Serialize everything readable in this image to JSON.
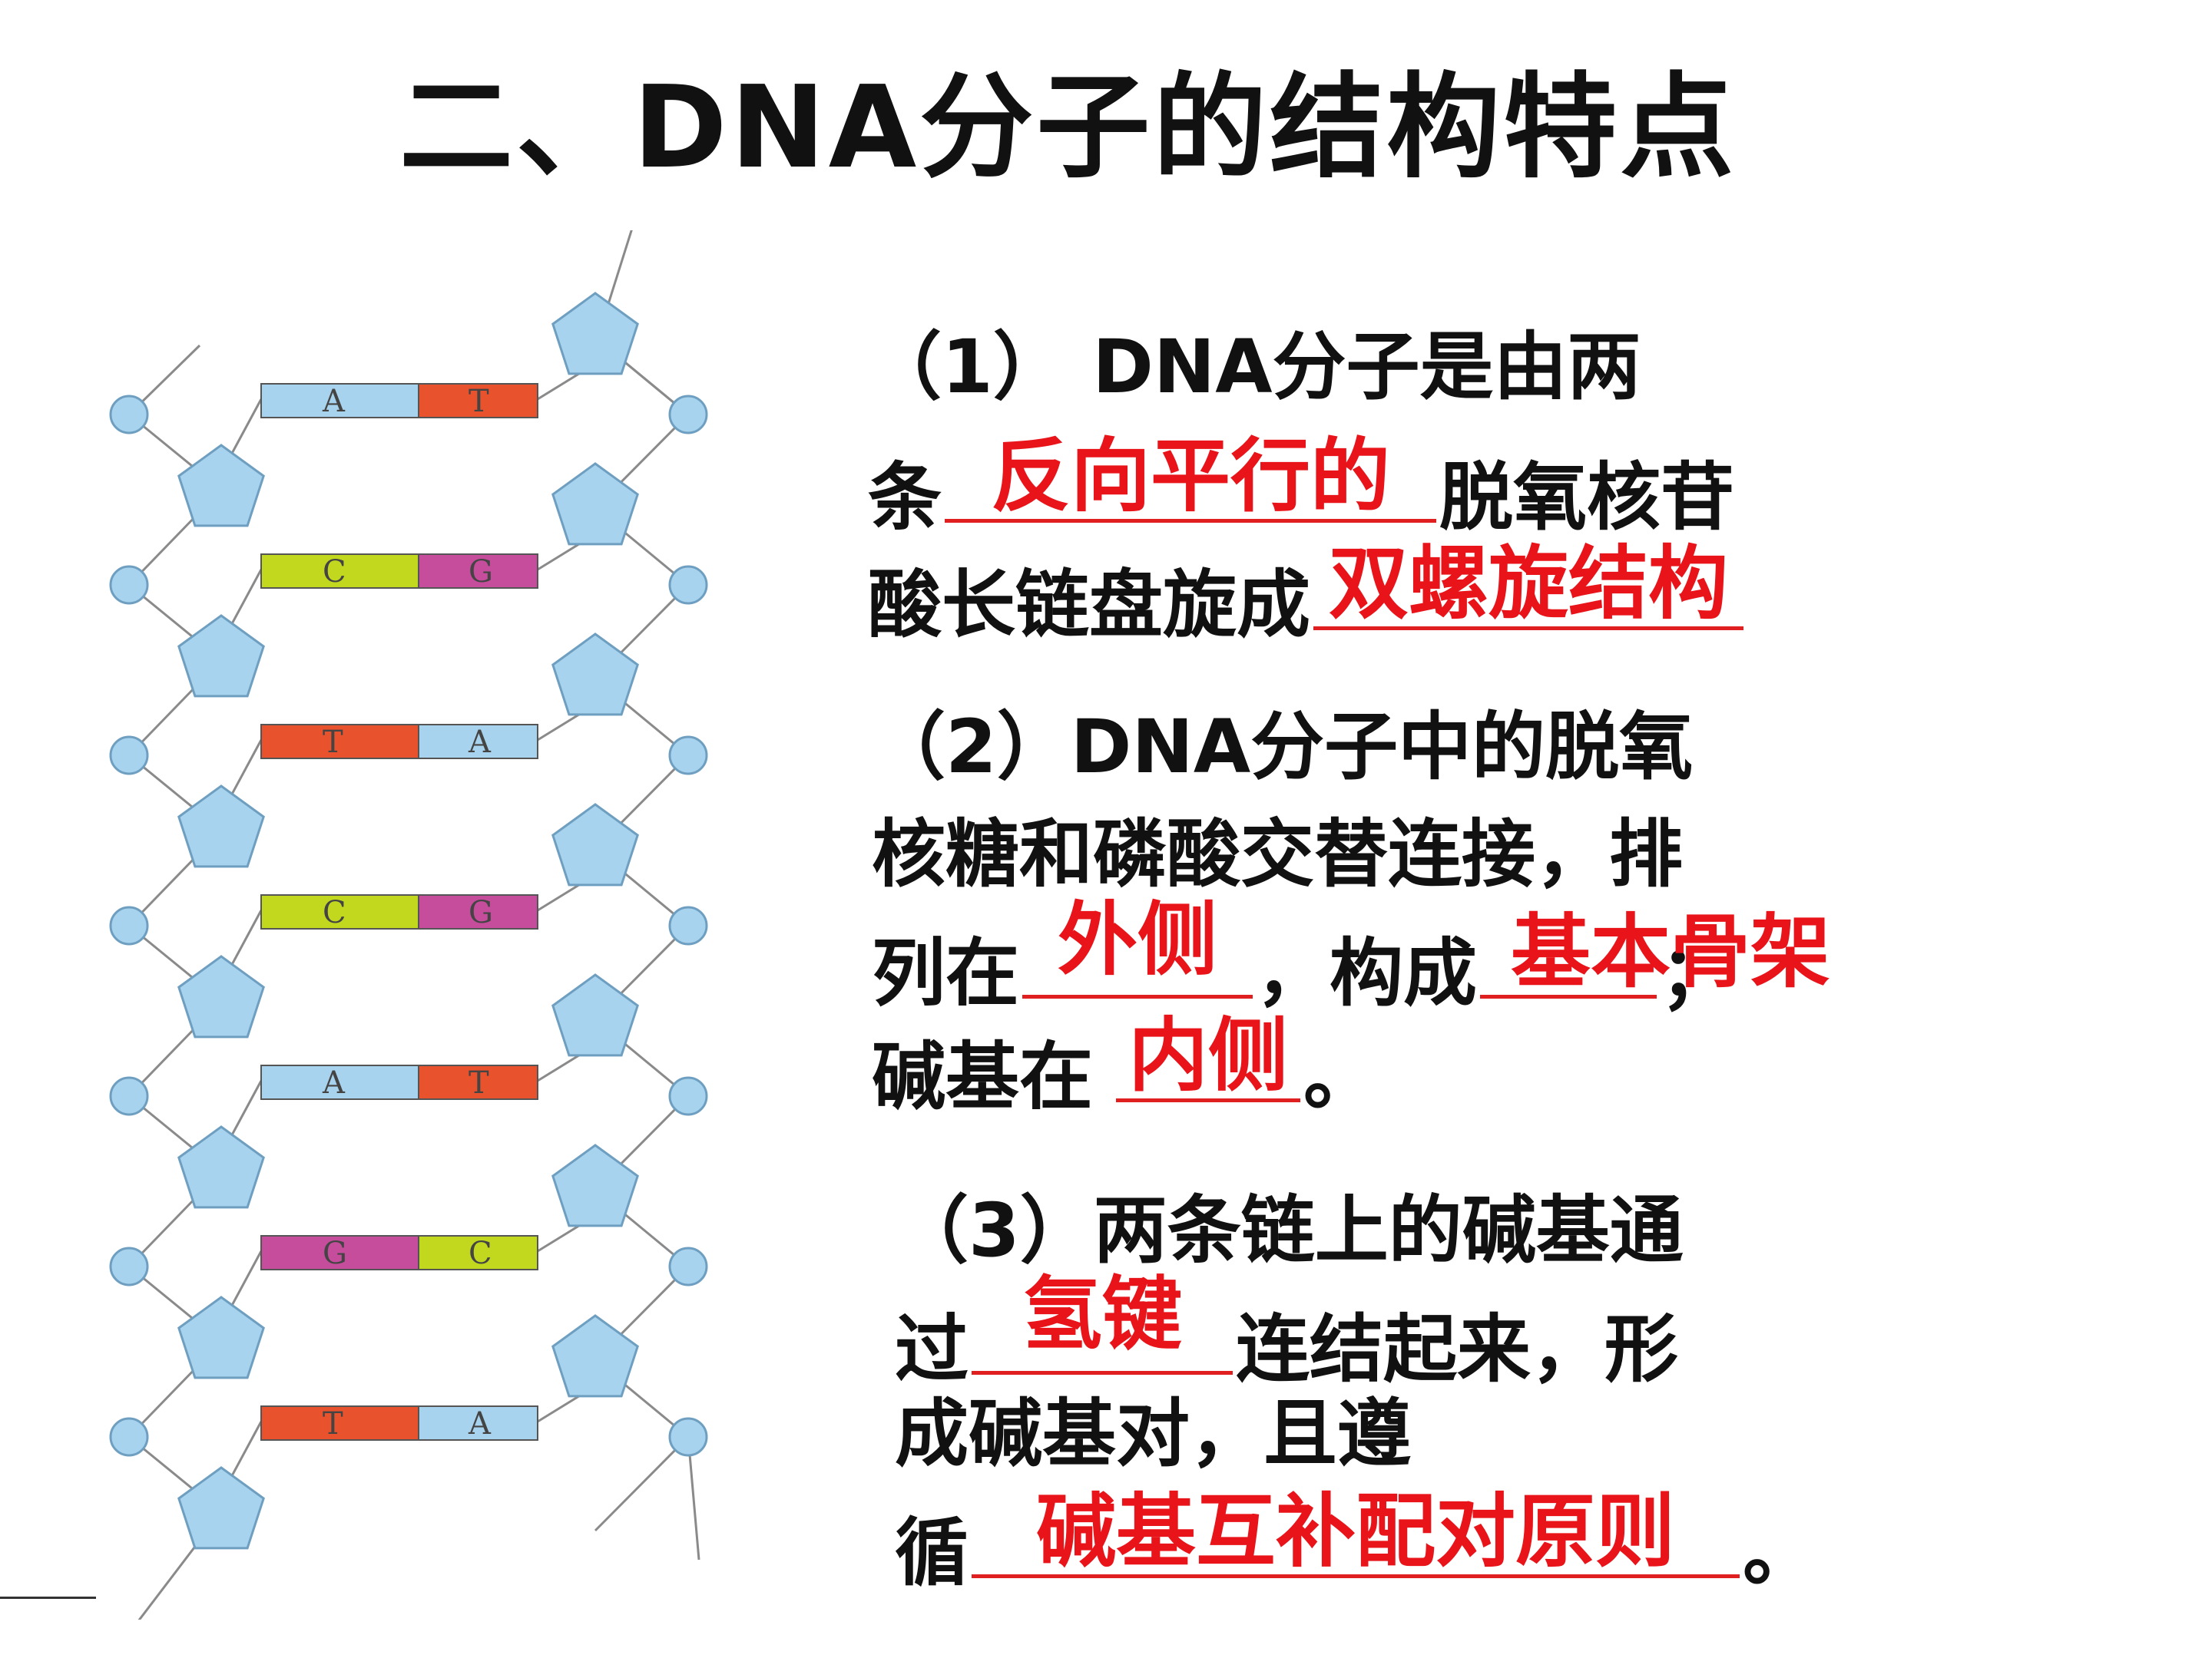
{
  "title": "二、DNA分子的结构特点",
  "diagram": {
    "pairs": [
      {
        "left": "A",
        "right": "T"
      },
      {
        "left": "C",
        "right": "G"
      },
      {
        "left": "T",
        "right": "A"
      },
      {
        "left": "C",
        "right": "G"
      },
      {
        "left": "A",
        "right": "T"
      },
      {
        "left": "G",
        "right": "C"
      },
      {
        "left": "T",
        "right": "A"
      }
    ],
    "colors": {
      "A": "#a8d3ee",
      "T": "#e8522d",
      "C": "#c2d81e",
      "G": "#c64d9c",
      "sugar": "#a8d3ee",
      "strand": "#8a8a8a"
    }
  },
  "item1": {
    "l1": "（1）  DNA分子是由两",
    "l2a": "条",
    "ans1": "反向平行的",
    "l2b": "脱氧核苷",
    "l3a": "酸长链盘旋成",
    "ans2": "双螺旋结构"
  },
  "item2": {
    "l1": "（2）DNA分子中的脱氧",
    "l2": "核糖和磷酸交替连接，排",
    "l3a": "列在",
    "ans1": "外侧",
    "l3b": "，构成",
    "ans2": "基本骨架",
    "l3c": "；",
    "l4a": "碱基在",
    "ans3": "内侧",
    "l4b": "。"
  },
  "item3": {
    "l1": "（3）两条链上的碱基通",
    "l2a": "过",
    "ans1": "氢键",
    "l2b": "连结起来，形",
    "l3": "成碱基对，且遵",
    "l4a": "循",
    "ans2": "碱基互补配对原则",
    "l4b": "。"
  }
}
